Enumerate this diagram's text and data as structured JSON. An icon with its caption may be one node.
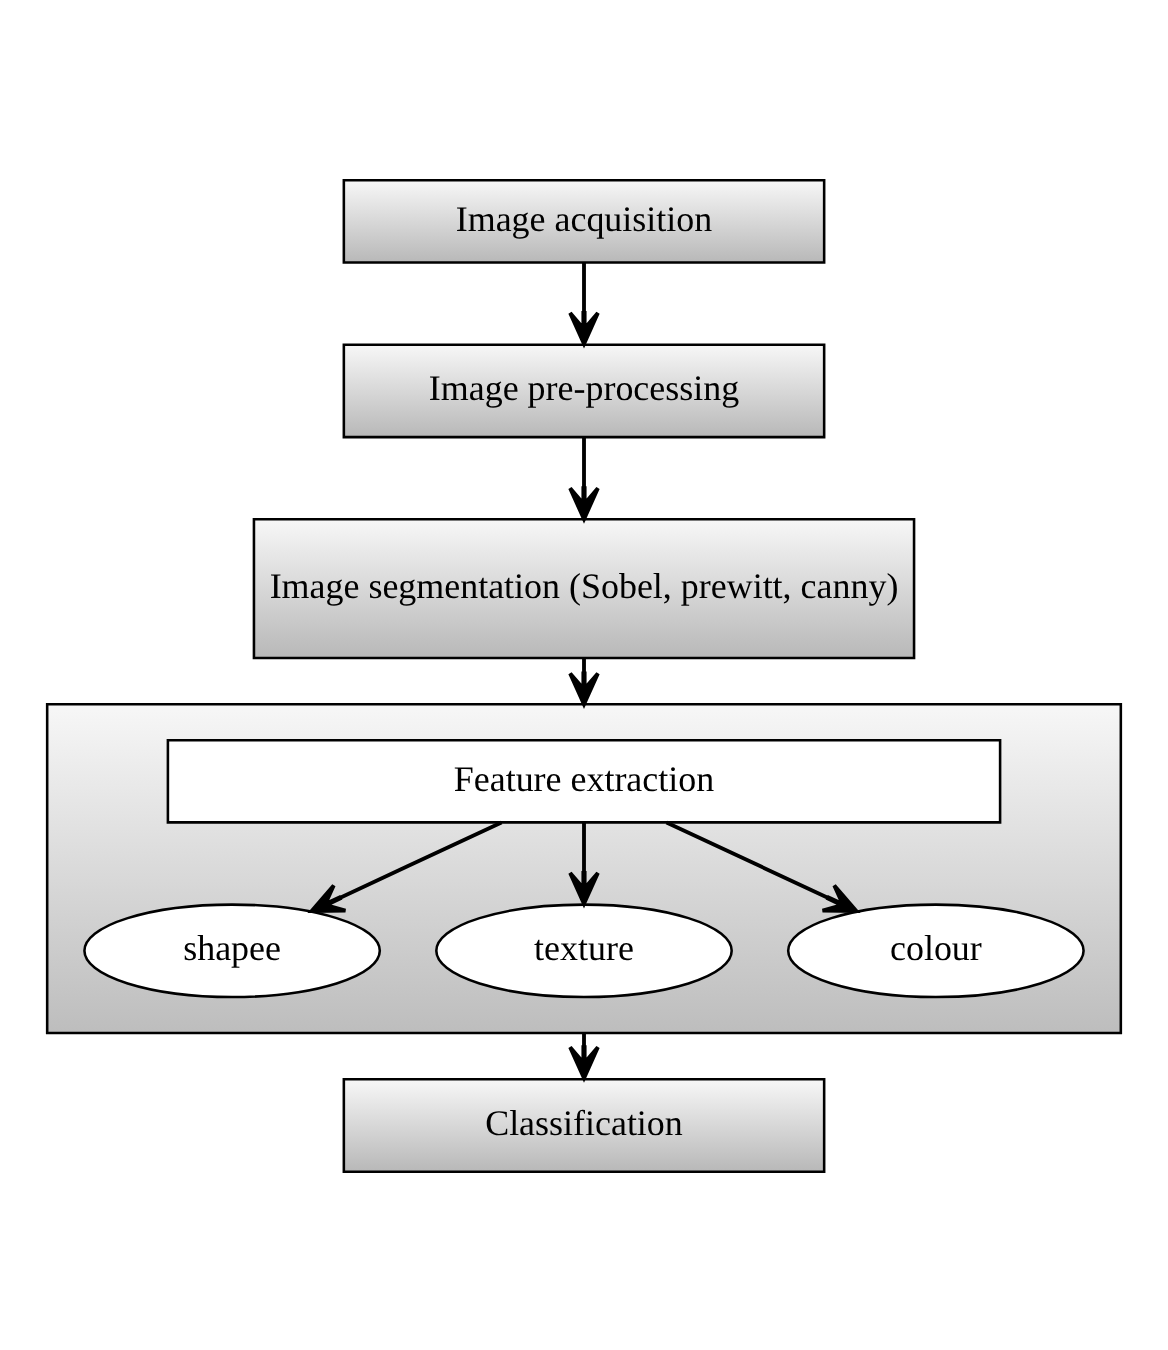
{
  "diagram": {
    "nodes": [
      {
        "text": [
          "Image acquisition"
        ]
      },
      {
        "text": [
          "Image pre-processing"
        ]
      },
      {
        "text": [
          "Image segmentation (Sobel, prewitt, canny)"
        ]
      },
      {
        "text": [],
        "shape": "box"
      },
      {
        "text": [
          "Feature extraction"
        ],
        "in": 3
      },
      {
        "text": [
          "shapee"
        ],
        "in": 3
      },
      {
        "text": [
          "texture"
        ],
        "in": 3
      },
      {
        "text": [
          "colour"
        ],
        "in": 3
      },
      {
        "text": [
          "Classification"
        ]
      }
    ],
    "edges": [
      {
        "from": 0,
        "to": 1,
        "arrow": "to"
      },
      {
        "from": 1,
        "to": 2,
        "arrow": "to"
      },
      {
        "from": 2,
        "to": 3,
        "arrow": "to"
      },
      {
        "from": 4,
        "to": 5,
        "arrow": "to"
      },
      {
        "from": 4,
        "to": 6,
        "arrow": "to"
      },
      {
        "from": 4,
        "to": 7,
        "arrow": "to"
      },
      {
        "from": 3,
        "to": 8,
        "arrow": "to"
      }
    ]
  }
}
